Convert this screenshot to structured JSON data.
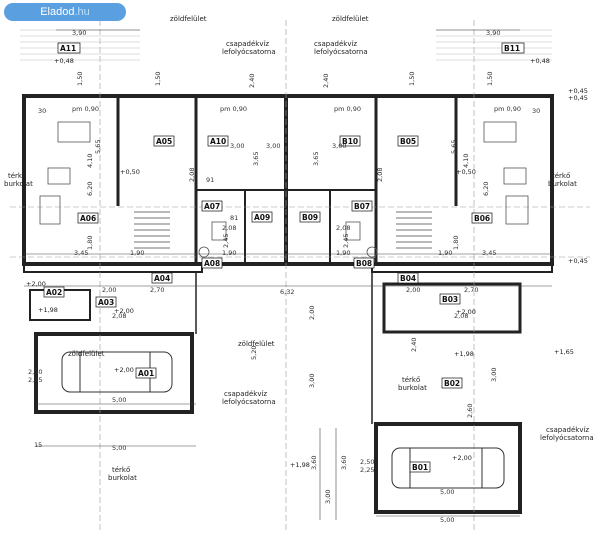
{
  "watermark": {
    "brand": "Eladod",
    "tld": ".hu"
  },
  "rooms": {
    "a11": "A11",
    "b11": "B11",
    "a05": "A05",
    "a10": "A10",
    "b10": "B10",
    "b05": "B05",
    "a06": "A06",
    "b06": "B06",
    "a07": "A07",
    "a09": "A09",
    "b09": "B09",
    "b07": "B07",
    "a08": "A08",
    "b08": "B08",
    "a04": "A04",
    "b04": "B04",
    "a02": "A02",
    "a03": "A03",
    "b03": "B03",
    "a01": "A01",
    "b02": "B02",
    "b01": "B01"
  },
  "labels": {
    "zold1": "zöldfelület",
    "zold2": "zöldfelület",
    "zold3": "zöldfelület",
    "zold4": "zöldfelület",
    "csap1a": "csapadékvíz",
    "csap1b": "lefolyócsatorna",
    "csap2a": "csapadékvíz",
    "csap2b": "lefolyócsatorna",
    "csap3a": "csapadékvíz",
    "csap3b": "lefolyócsatorna",
    "csap4a": "csapadékvíz",
    "csap4b": "lefolyócsatorna",
    "terko1a": "térkő",
    "terko1b": "burkolat",
    "terko2a": "térkő",
    "terko2b": "burkolat",
    "terko3a": "térkő",
    "terko3b": "burkolat",
    "terko4a": "térkő",
    "terko4b": "burkolat"
  },
  "levels": {
    "l1": "+0,48",
    "l2": "+0,48",
    "l3": "+0,45",
    "l4": "+0,45",
    "l5": "+0,50",
    "l6": "+0,50",
    "l7": "+1,98",
    "l8": "+2,00",
    "l9": "+2,00",
    "l10": "+1,98",
    "l11": "+2,00",
    "l12": "+1,65",
    "l13": "+1,98",
    "l14": "+2,00",
    "l15": "+2,00",
    "l16": "+0,45"
  },
  "dims": {
    "d1": "3,90",
    "d2": "3,90",
    "d3": "5,65",
    "d4": "4,10",
    "d5": "5,65",
    "d6": "4,10",
    "d7": "3,00",
    "d8": "3,00",
    "d9": "3,65",
    "d10": "3,65",
    "d11": "6,20",
    "d12": "6,20",
    "d13": "2,45",
    "d14": "2,45",
    "d15": "3,45",
    "d16": "3,45",
    "d17": "1,80",
    "d18": "1,80",
    "d19": "1,90",
    "d20": "1,90",
    "d21": "6,32",
    "d22": "2,00",
    "d23": "2,70",
    "d24": "2,00",
    "d25": "2,70",
    "d26": "5,00",
    "d27": "5,00",
    "d28": "5,00",
    "d29": "5,00",
    "d30": "5,20",
    "d31": "3,00",
    "d32": "3,00",
    "d33": "2,00",
    "d34": "3,60",
    "d35": "3,00",
    "d36": "3,60",
    "d37": "2,50",
    "d38": "2,25",
    "d39": "2,50",
    "d40": "2,25",
    "d41": "1,50",
    "d42": "1,50",
    "d43": "1,50",
    "d44": "1,50",
    "d45": "2,40",
    "d46": "2,40",
    "d47": "2,08",
    "d48": "2,08",
    "d49": "2,08",
    "d50": "2,08",
    "d51": "2,08",
    "d52": "2,08",
    "d53": "pm 0,90",
    "d54": "pm 0,90",
    "d55": "pm 0,90",
    "d56": "pm 0,90",
    "d57": "1,90",
    "d58": "3,00",
    "d59": "1,90",
    "d60": "15",
    "d61": "30",
    "d62": "30",
    "d63": "2,60",
    "d64": "2,40",
    "d65": "91",
    "d66": "81"
  }
}
